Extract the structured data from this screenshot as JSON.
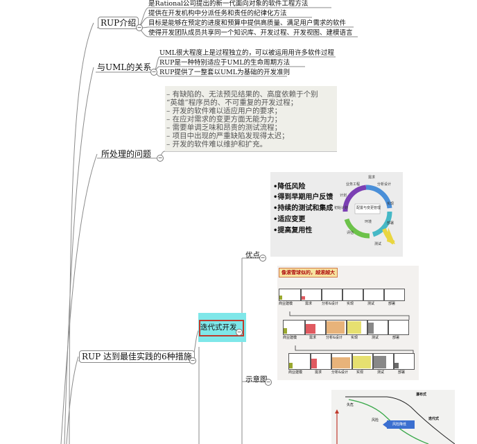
{
  "nodes": {
    "rup_intro": "RUP介绍",
    "uml_rel": "与UML的关系",
    "problems": "所处理的问题",
    "practices": "RUP 达到最佳实践的6种措施",
    "iterative": "迭代式开发",
    "advantages": "优点",
    "diagram": "示意图"
  },
  "rup_intro_items": [
    "是Rational公司提出的新一代面向对象的软件工程方法",
    "提供在开发机构中分派任务和责任的纪律化方法",
    "目标是能够在预定的进度和预算中提供高质量、满足用户需求的软件",
    "使得开发团队成员共享同一个知识库、开发过程、开发视图、建模语言"
  ],
  "uml_items": [
    "UML很大程度上是过程独立的，可以被运用用许多软件过程",
    "RUP是一种特别适应于UML的生命周期方法",
    "RUP提供了一整套以UML为基础的开发准则"
  ],
  "problem_lines": [
    "– 有缺陷的、无法预见结果的、高度依赖于个别",
    "   “英雄”程序员的、不可重复的开发过程；",
    "– 开发的软件难以适应用户的要求；",
    "– 在应对需求的变更方面无能为力；",
    "– 需要单调乏味和昂贵的测试流程；",
    "– 项目中出现的严重缺陷发现得太迟；",
    "– 开发的软件难以维护和扩充。"
  ],
  "advantage_bullets": [
    "•降低风险",
    "•得到早期用户反馈",
    "•持续的测试和集成",
    "•适应变更",
    "•提高复用性"
  ],
  "cycle_labels": {
    "center": "配置与变更管理",
    "s1": "业务工程",
    "s2": "需求",
    "s3": "分析设计",
    "s4": "实现",
    "s5": "部署",
    "s6": "测试",
    "s7": "评估",
    "s8": "环境",
    "s9": "初始计划",
    "s10": "计划"
  },
  "snowball": {
    "title": "像滚雪球似的，越滚越大",
    "row_labels": [
      "商业建模",
      "需求",
      "分析&设计",
      "实现",
      "测试",
      "部署"
    ]
  },
  "risk_chart": {
    "waterfall": "瀑布式",
    "iterative": "迭代式",
    "risk": "风险",
    "risk_reduce": "风险降低",
    "risk_label": "失危"
  },
  "colors": {
    "iterative_fill": "#7fe7e9",
    "iterative_border": "#c0392b",
    "line": "#8a8a8a"
  }
}
